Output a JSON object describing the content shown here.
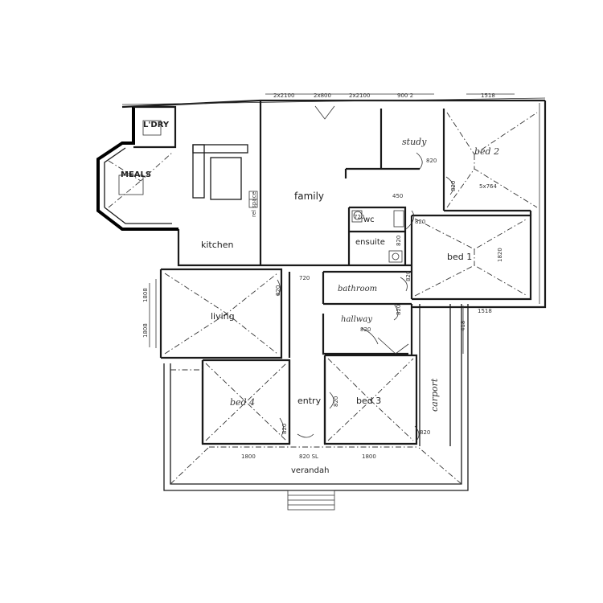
{
  "rooms": {
    "ldry": "L'DRY",
    "meals": "MEALS",
    "kitchen": "kitchen",
    "family": "family",
    "study": "study",
    "bed2": "bed 2",
    "wc": "wc",
    "ensuite": "ensuite",
    "bed1": "bed 1",
    "bathroom": "bathroom",
    "hallway": "hallway",
    "living": "living",
    "bed4": "bed 4",
    "entry": "entry",
    "bed3": "bed 3",
    "carport": "carport",
    "verandah": "verandah"
  },
  "dimensions": {
    "top_1": "2x2100",
    "top_2": "2x800",
    "top_3": "2x2100",
    "top_4": "900 2",
    "top_5": "1518",
    "bed2_window": "5x764",
    "study_door": "820",
    "bed2_door": "820",
    "passage_width": "450",
    "wc_door": "720",
    "ensuite_door": "820",
    "ensuite_side": "820",
    "bed1_door": "820",
    "bed1_window": "1820",
    "bath_door": "720",
    "hall_door_1": "820",
    "hall_door_2": "820",
    "living_door": "820",
    "side_window_upper": "1808",
    "side_window_lower": "1808",
    "bed1_bottom": "1518",
    "carport_side": "418",
    "bed4_door": "820",
    "bed3_door": "820",
    "carport_door": "820",
    "bed4_front_window": "1800",
    "entry_front_door": "820 SL",
    "bed3_front_window": "1800",
    "meal_space": "rel space"
  }
}
